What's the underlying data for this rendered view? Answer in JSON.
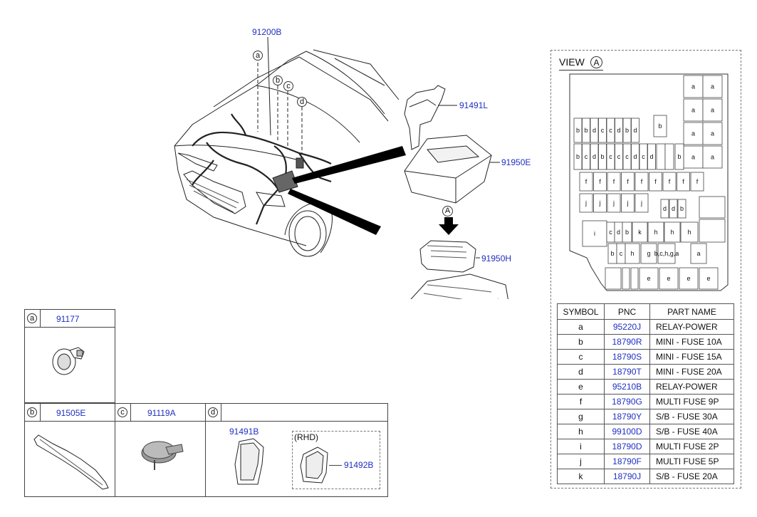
{
  "main": {
    "harness_pnc": "91200B",
    "callouts": [
      "a",
      "b",
      "c",
      "d"
    ],
    "bracket_pnc": "91491L",
    "cover_pnc": "91950E",
    "view_marker": "A",
    "junction_pnc": "91950H"
  },
  "details": {
    "a": {
      "letter": "a",
      "pnc": "91177"
    },
    "b": {
      "letter": "b",
      "pnc": "91505E"
    },
    "c": {
      "letter": "c",
      "pnc": "91119A"
    },
    "d": {
      "letter": "d",
      "pnc_left": "91491B",
      "rhd_label": "(RHD)",
      "pnc_right": "91492B"
    }
  },
  "view": {
    "title": "VIEW",
    "marker": "A",
    "fuse_labels": {
      "top_right": [
        "a",
        "a",
        "a",
        "a",
        "a",
        "a",
        "a",
        "a"
      ],
      "row1": [
        "b",
        "b",
        "d",
        "c",
        "c",
        "d",
        "b",
        "d"
      ],
      "row1_extra": "b",
      "row2": [
        "b",
        "c",
        "d",
        "b",
        "c",
        "c",
        "c",
        "d",
        "c",
        "d"
      ],
      "row2_extra": "b",
      "row3": [
        "f",
        "f",
        "f",
        "f",
        "f",
        "f",
        "f",
        "f",
        "f"
      ],
      "row4": [
        "j",
        "j",
        "j",
        "j",
        "j"
      ],
      "row4_extra": [
        "d",
        "d",
        "b"
      ],
      "row5_i": "i",
      "row5": [
        "c",
        "d",
        "b",
        "k",
        "h",
        "h",
        "h"
      ],
      "row6": [
        "b",
        "c",
        "h",
        "g",
        "a"
      ],
      "row7": [
        "e",
        "e",
        "e",
        "e"
      ]
    }
  },
  "legend": {
    "headers": [
      "SYMBOL",
      "PNC",
      "PART NAME"
    ],
    "rows": [
      {
        "symbol": "a",
        "pnc": "95220J",
        "name": "RELAY-POWER"
      },
      {
        "symbol": "b",
        "pnc": "18790R",
        "name": "MINI - FUSE 10A"
      },
      {
        "symbol": "c",
        "pnc": "18790S",
        "name": "MINI - FUSE 15A"
      },
      {
        "symbol": "d",
        "pnc": "18790T",
        "name": "MINI - FUSE 20A"
      },
      {
        "symbol": "e",
        "pnc": "95210B",
        "name": "RELAY-POWER"
      },
      {
        "symbol": "f",
        "pnc": "18790G",
        "name": "MULTI FUSE 9P"
      },
      {
        "symbol": "g",
        "pnc": "18790Y",
        "name": "S/B - FUSE 30A"
      },
      {
        "symbol": "h",
        "pnc": "99100D",
        "name": "S/B - FUSE 40A"
      },
      {
        "symbol": "i",
        "pnc": "18790D",
        "name": "MULTI FUSE 2P"
      },
      {
        "symbol": "j",
        "pnc": "18790F",
        "name": "MULTI FUSE 5P"
      },
      {
        "symbol": "k",
        "pnc": "18790J",
        "name": "S/B - FUSE 20A"
      }
    ]
  }
}
